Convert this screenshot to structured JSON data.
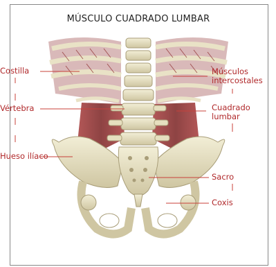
{
  "diagram": {
    "title": "MÚSCULO CUADRADO LUMBAR",
    "labels": {
      "costilla": "Costilla",
      "vertebra": "Vértebra",
      "hueso_iliaco": "Hueso ilíaco",
      "musculos_intercostales_line1": "Músculos",
      "musculos_intercostales_line2": "intercostales",
      "cuadrado_lumbar_line1": "Cuadrado",
      "cuadrado_lumbar_line2": "lumbar",
      "sacro": "Sacro",
      "coxis": "Coxis"
    },
    "colors": {
      "label_text": "#b0282a",
      "leader_line": "#c8403a",
      "muscle": "#8c2a2a",
      "bone": "#e8e2c4",
      "bone_shade": "#b8ae8a"
    }
  }
}
